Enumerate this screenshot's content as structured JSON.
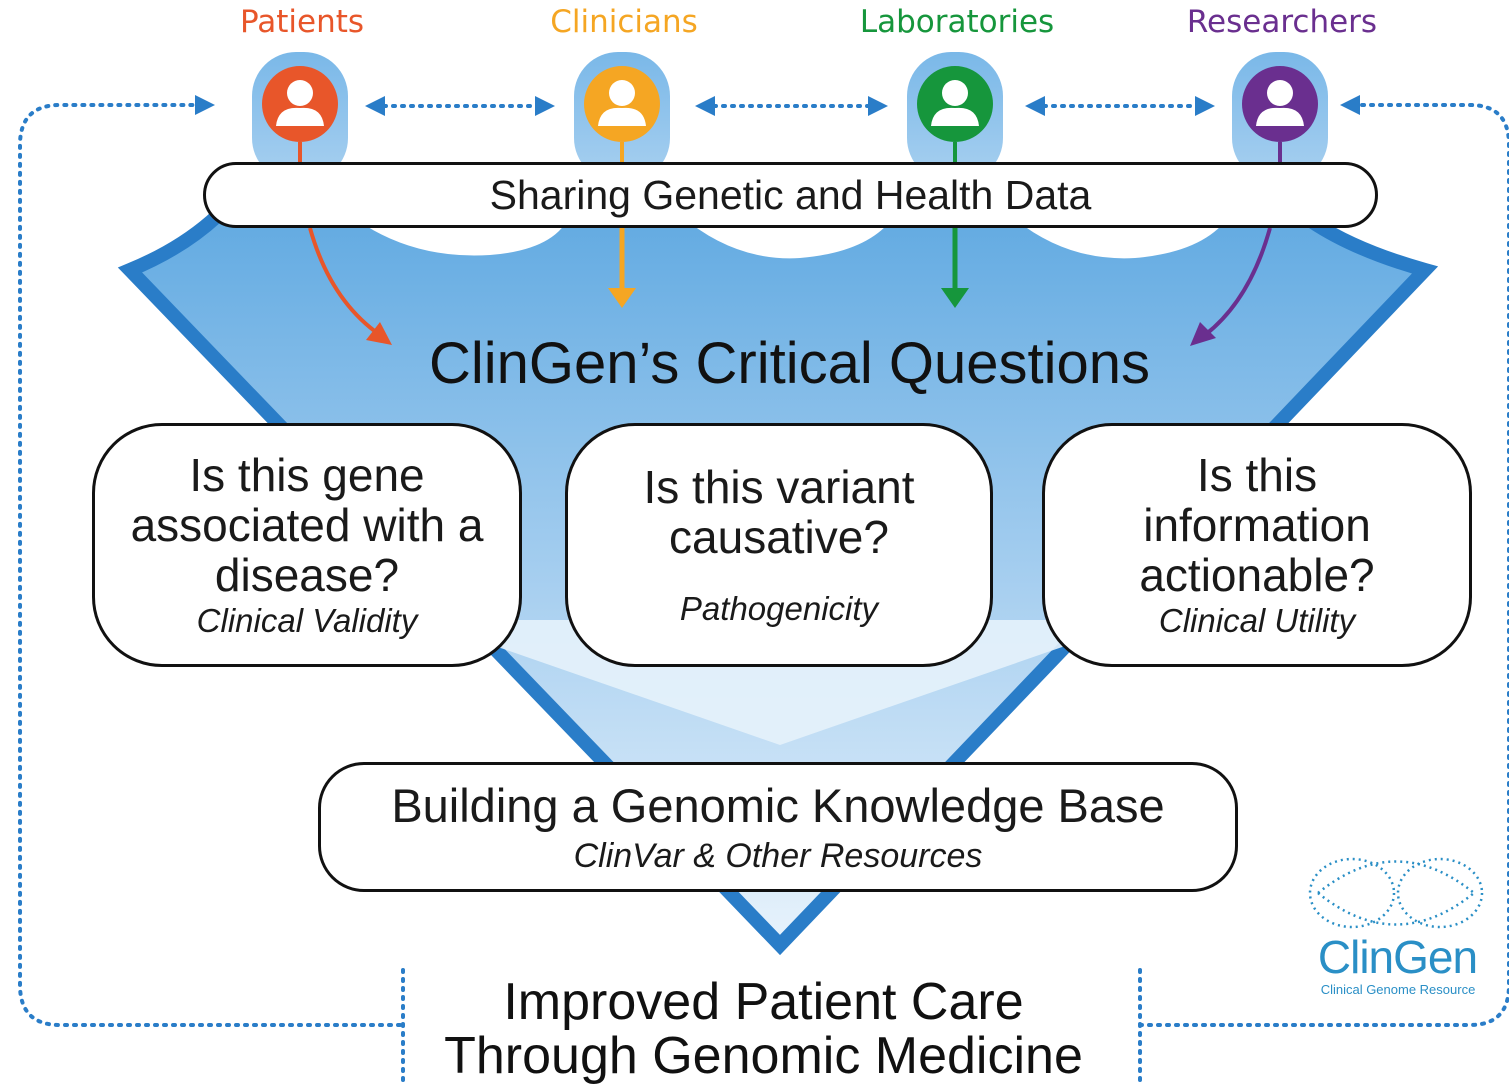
{
  "stakeholders": [
    {
      "label": "Patients",
      "color": "#e8562a"
    },
    {
      "label": "Clinicians",
      "color": "#f5a623"
    },
    {
      "label": "Laboratories",
      "color": "#16963c"
    },
    {
      "label": "Researchers",
      "color": "#6a2f8f"
    }
  ],
  "sharing_bar": {
    "label": "Sharing Genetic and Health Data"
  },
  "critical_questions": {
    "title": "ClinGen’s Critical Questions"
  },
  "questions": [
    {
      "main": "Is this gene associated with a disease?",
      "sub": "Clinical Validity"
    },
    {
      "main": "Is this variant causative?",
      "sub": "Pathogenicity"
    },
    {
      "main": "Is this information actionable?",
      "sub": "Clinical Utility"
    }
  ],
  "knowledge_base": {
    "title": "Building a Genomic Knowledge Base",
    "sub": "ClinVar & Other Resources"
  },
  "outcome": {
    "line1": "Improved Patient Care",
    "line2": "Through Genomic Medicine"
  },
  "logo": {
    "name": "ClinGen",
    "tagline": "Clinical Genome Resource",
    "color": "#2a8fc6"
  },
  "colors": {
    "funnel_blue": "#2a7dc8",
    "funnel_light": "#bcdcf4",
    "dotted": "#2a7dc8"
  }
}
